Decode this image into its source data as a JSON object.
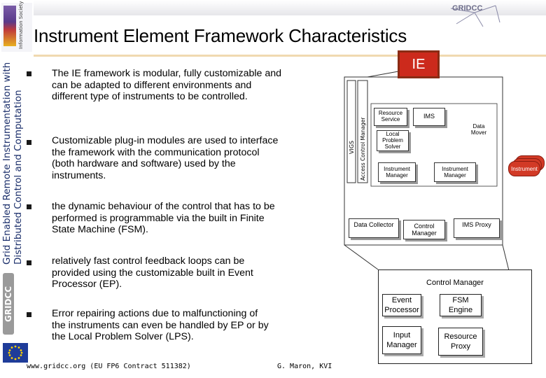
{
  "sidebar": {
    "line1": "Grid Enabled Remote Instrumentation with",
    "line2": "Distributed Control and Computation",
    "logo_text": "Information Society Technologies",
    "gridcc_logo": "GRIDCC"
  },
  "header": {
    "title": "Instrument Element Framework Characteristics",
    "logo": "GRIDCC"
  },
  "bullets": [
    {
      "text": "The IE framework is modular, fully customizable and can be adapted to different environments and different type of instruments to be controlled."
    },
    {
      "text": "Customizable plug-in modules are used to interface the framework with the communication protocol (both hardware and software) used by the instruments."
    },
    {
      "text": "the dynamic behaviour of the control that has to be performed is programmable via the built in Finite State Machine (FSM)."
    },
    {
      "text": "relatively fast control feedback loops can be provided using the customizable built in Event Processor (EP)."
    },
    {
      "text": "Error repairing actions due to malfunctioning of the instruments can even be handled by EP or by the Local Problem Solver (LPS)."
    }
  ],
  "diagram": {
    "ie_label": "IE",
    "vigs": "VIGS",
    "acm": "Access Control Manager",
    "resource_service": "Resource Service",
    "ims": "IMS",
    "data_mover": "Data Mover",
    "local_problem_solver": "Local Problem Solver",
    "instrument_manager_1": "Instrument Manager",
    "instrument_manager_2": "Instrument Manager",
    "instrument": "Instrument",
    "data_collector": "Data Collector",
    "control_manager": "Control Manager",
    "ims_proxy": "IMS Proxy",
    "cm_title": "Control Manager",
    "event_processor": "Event Processor",
    "fsm_engine": "FSM Engine",
    "input_manager": "Input Manager",
    "resource_proxy": "Resource Proxy"
  },
  "footer": {
    "left": "www.gridcc.org (EU FP6 Contract 511382)",
    "right": "G. Maron, KVI"
  },
  "colors": {
    "ie_red": "#cc2a1c",
    "rule": "#f0d9b0",
    "sidebar_text": "#1b2f6b"
  }
}
